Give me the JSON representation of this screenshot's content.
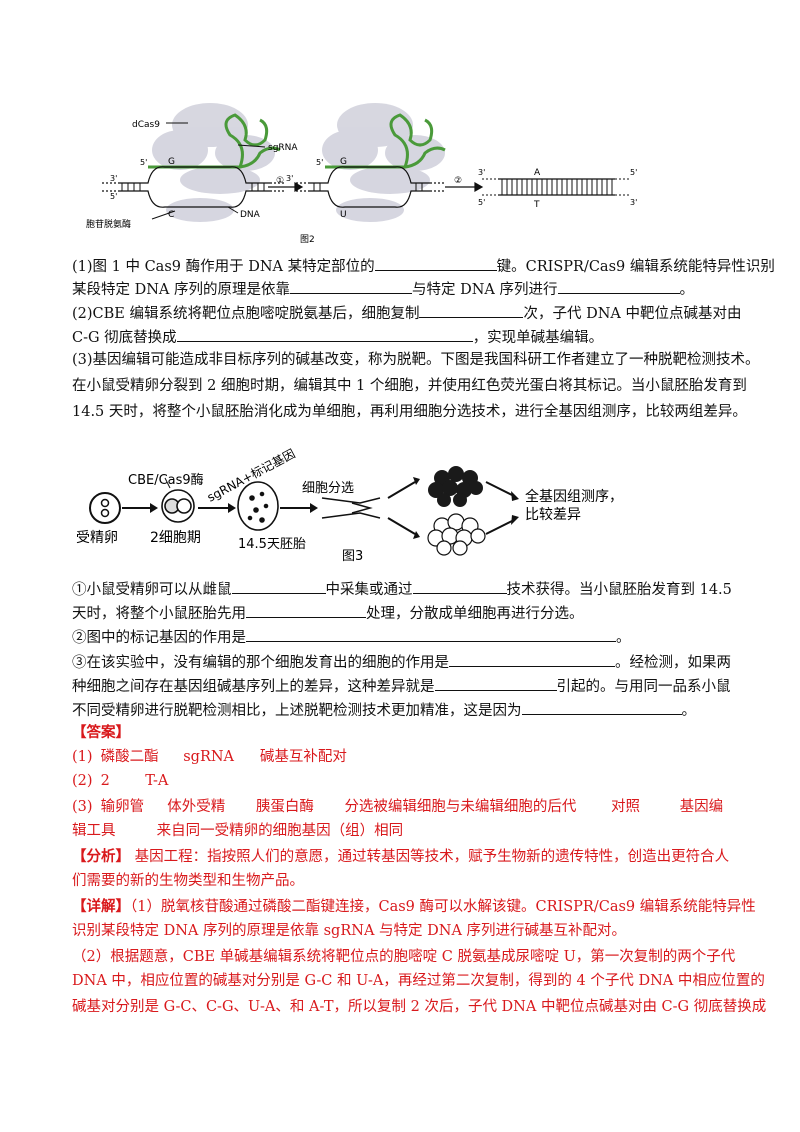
{
  "fig2": {
    "labels": {
      "dcas9": "dCas9",
      "sgrna": "sgRNA",
      "deaminase": "胞苷脱氨酶",
      "dna": "DNA",
      "strand_5_top": "5'",
      "strand_3_top": "3'",
      "strand_5_bot": "5'",
      "strand_3_bot": "3'",
      "base_g": "G",
      "base_c": "C",
      "base_u": "U",
      "base_a": "A",
      "base_t": "T",
      "step1": "①",
      "step2": "②"
    },
    "caption": "图2"
  },
  "q1": {
    "a": "(1)图 1 中 Cas9 酶作用于 DNA 某特定部位的",
    "b": "键。CRISPR/Cas9 编辑系统能特异性识别",
    "c": "某段特定 DNA 序列的原理是依靠",
    "d": "与特定 DNA 序列进行",
    "e": "。"
  },
  "q2": {
    "a": "(2)CBE 编辑系统将靶位点胞嘧啶脱氨基后，细胞复制",
    "b": "次，子代 DNA 中靶位点碱基对由",
    "c": "C-G 彻底替换成",
    "d": "，实现单碱基编辑。"
  },
  "q3": {
    "l1": "(3)基因编辑可能造成非目标序列的碱基改变，称为脱靶。下图是我国科研工作者建立了一种脱靶检测技术。",
    "l2": "在小鼠受精卵分裂到 2 细胞时期，编辑其中 1 个细胞，并使用红色荧光蛋白将其标记。当小鼠胚胎发育到",
    "l3": "14.5 天时，将整个小鼠胚胎消化成为单细胞，再利用细胞分选技术，进行全基因组测序，比较两组差异。"
  },
  "fig3": {
    "cbe": "CBE/Cas9酶",
    "sgrna_marker": "sgRNA+标记基因",
    "sort": "细胞分选",
    "seq1": "全基因组测序，",
    "seq2": "比较差异",
    "zygote": "受精卵",
    "two_cell": "2细胞期",
    "embryo": "14.5天胚胎",
    "caption": "图3"
  },
  "sub1": {
    "a": "①小鼠受精卵可以从雌鼠",
    "b": "中采集或通过",
    "c": "技术获得。当小鼠胚胎发育到 14.5",
    "d": "天时，将整个小鼠胚胎先用",
    "e": "处理，分散成单细胞再进行分选。"
  },
  "sub2": {
    "a": "②图中的标记基因的作用是",
    "b": "。"
  },
  "sub3": {
    "a": "③在该实验中，没有编辑的那个细胞发育出的细胞的作用是",
    "b": "。经检测，如果两",
    "c": "种细胞之间存在基因组碱基序列上的差异，这种差异就是",
    "d": "引起的。与用同一品系小鼠",
    "e": "不同受精卵进行脱靶检测相比，上述脱靶检测技术更加精准，这是因为",
    "f": "。"
  },
  "answer": {
    "title": "【答案】",
    "a1_num": "(1)",
    "a1": [
      "磷酸二酯",
      "sgRNA",
      "碱基互补配对"
    ],
    "a2_num": "(2)",
    "a2": [
      "2",
      "T-A"
    ],
    "a3_num": "(3)",
    "a3": [
      "输卵管",
      "体外受精",
      "胰蛋白酶",
      "分选被编辑细胞与未编辑细胞的后代",
      "对照",
      "基因编"
    ],
    "a3_line2": [
      "辑工具",
      "来自同一受精卵的细胞基因（组）相同"
    ]
  },
  "analysis": {
    "title": "【分析】",
    "l1": "基因工程：指按照人们的意愿，通过转基因等技术，赋予生物新的遗传特性，创造出更符合人",
    "l2": "们需要的新的生物类型和生物产品。"
  },
  "detail": {
    "title": "【详解】",
    "l1": "（1）脱氧核苷酸通过磷酸二酯键连接，Cas9 酶可以水解该键。CRISPR/Cas9 编辑系统能特异性",
    "l2": "识别某段特定 DNA 序列的原理是依靠 sgRNA 与特定 DNA 序列进行碱基互补配对。",
    "l3": "（2）根据题意，CBE 单碱基编辑系统将靶位点的胞嘧啶 C 脱氨基成尿嘧啶 U，第一次复制的两个子代",
    "l4": "DNA 中，相应位置的碱基对分别是 G-C 和 U-A，再经过第二次复制，得到的 4 个子代 DNA 中相应位置的",
    "l5": "碱基对分别是 G-C、C-G、U-A、和 A-T，所以复制 2 次后，子代 DNA 中靶位点碱基对由 C-G 彻底替换成"
  }
}
